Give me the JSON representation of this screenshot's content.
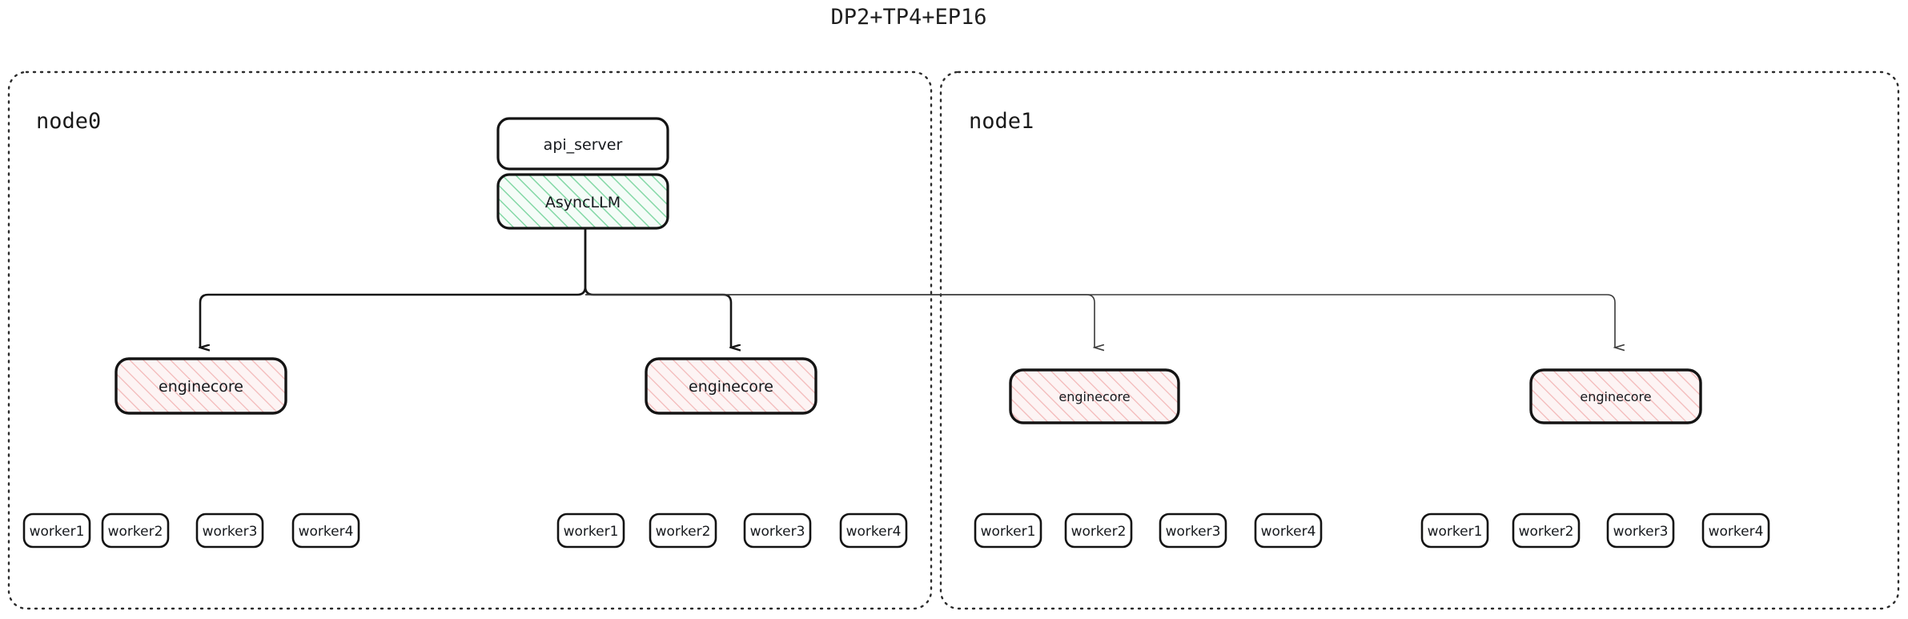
{
  "diagram": {
    "title": "DP2+TP4+EP16",
    "colors": {
      "background": "#ffffff",
      "text": "#16191d",
      "stroke": "#141414",
      "node_frame": "#2b2b2b",
      "green_fill": "#f3fbf6",
      "green_hatch": "#84d8a6",
      "pink_fill": "#fdf2f2",
      "pink_hatch": "#f1b4b4",
      "white_fill": "#ffffff"
    },
    "top_boxes": [
      {
        "id": "api-server",
        "label": "api_server",
        "style": "white"
      },
      {
        "id": "async-llm",
        "label": "AsyncLLM",
        "style": "green-hatched"
      }
    ],
    "nodes": [
      {
        "id": "node0",
        "label": "node0",
        "engines": [
          {
            "id": "node0-engine0",
            "label": "enginecore",
            "style": "pink-hatched",
            "workers": [
              {
                "label": "worker1"
              },
              {
                "label": "worker2"
              },
              {
                "label": "worker3"
              },
              {
                "label": "worker4"
              }
            ]
          },
          {
            "id": "node0-engine1",
            "label": "enginecore",
            "style": "pink-hatched",
            "workers": [
              {
                "label": "worker1"
              },
              {
                "label": "worker2"
              },
              {
                "label": "worker3"
              },
              {
                "label": "worker4"
              }
            ]
          }
        ]
      },
      {
        "id": "node1",
        "label": "node1",
        "engines": [
          {
            "id": "node1-engine0",
            "label": "enginecore",
            "style": "pink-hatched",
            "workers": [
              {
                "label": "worker1"
              },
              {
                "label": "worker2"
              },
              {
                "label": "worker3"
              },
              {
                "label": "worker4"
              }
            ]
          },
          {
            "id": "node1-engine1",
            "label": "enginecore",
            "style": "pink-hatched",
            "workers": [
              {
                "label": "worker1"
              },
              {
                "label": "worker2"
              },
              {
                "label": "worker3"
              },
              {
                "label": "worker4"
              }
            ]
          }
        ]
      }
    ]
  }
}
